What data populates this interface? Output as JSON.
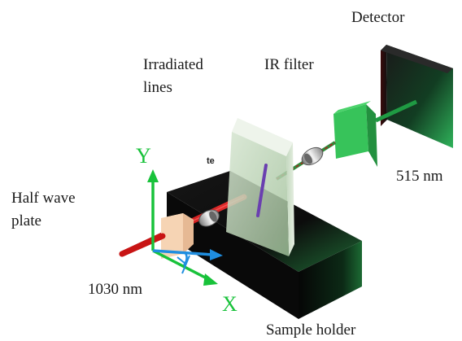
{
  "labels": {
    "detector": "Detector",
    "irradiated_line1": "Irradiated",
    "irradiated_line2": "lines",
    "ir_filter": "IR filter",
    "half_wave_line1": "Half wave",
    "half_wave_line2": "plate",
    "wavelength_out": "515 nm",
    "wavelength_in": "1030 nm",
    "sample_holder": "Sample holder",
    "te": "te",
    "axis_y": "Y",
    "axis_x": "X"
  },
  "colors": {
    "axis_green": "#18c23a",
    "axis_blue": "#1f8ee0",
    "ir_beam": "#d01818",
    "green_beam": "#1f9a43",
    "filter": "#37c35a",
    "holder": "#0d0d0d",
    "plate": "#f4d3b4",
    "sample_line": "#6a3fb0"
  }
}
